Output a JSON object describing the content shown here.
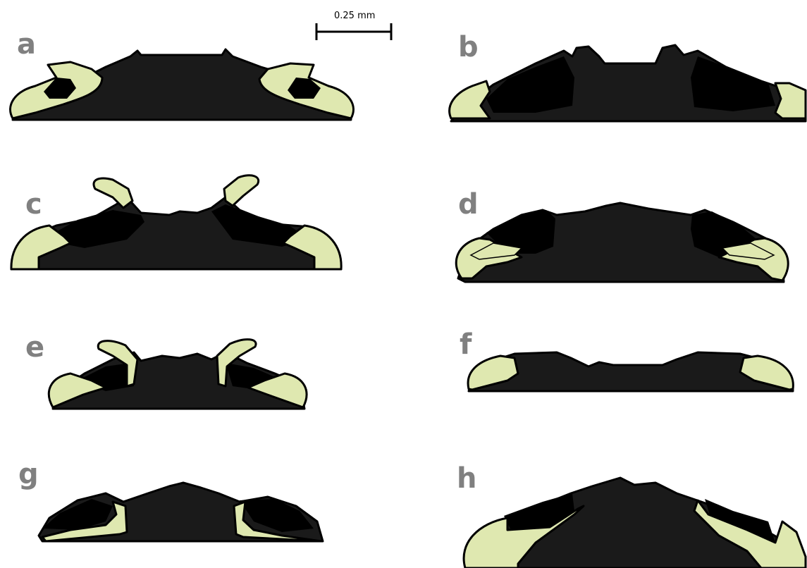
{
  "scale_bar": {
    "label": "0.25 mm"
  },
  "panels": [
    {
      "id": "a",
      "label": "a"
    },
    {
      "id": "b",
      "label": "b"
    },
    {
      "id": "c",
      "label": "c"
    },
    {
      "id": "d",
      "label": "d"
    },
    {
      "id": "e",
      "label": "e"
    },
    {
      "id": "f",
      "label": "f"
    },
    {
      "id": "g",
      "label": "g"
    },
    {
      "id": "h",
      "label": "h"
    }
  ],
  "colors": {
    "body": "#1a1a1a",
    "appendage": "#dfe8b0",
    "outline": "#000000",
    "label": "#808080"
  }
}
